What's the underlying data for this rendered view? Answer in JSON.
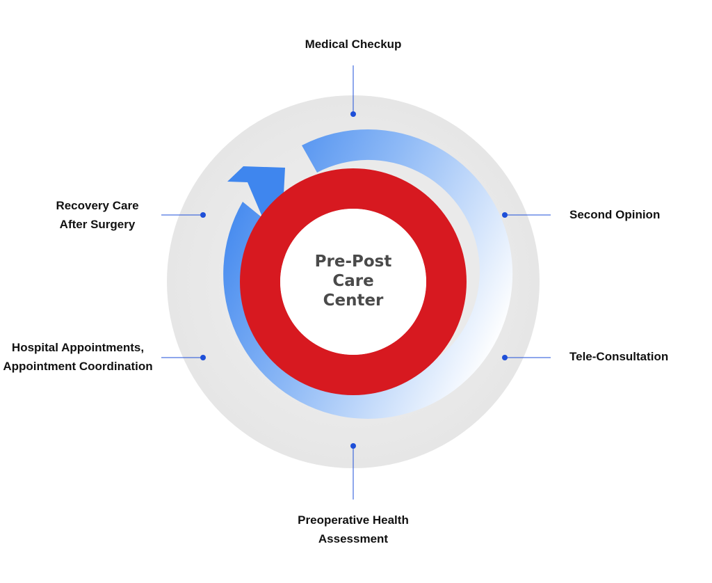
{
  "center": {
    "lines": [
      "Pre-Post",
      "Care",
      "Center"
    ]
  },
  "services": {
    "medical_checkup": {
      "lines": [
        "Medical Checkup"
      ]
    },
    "second_opinion": {
      "lines": [
        "Second Opinion"
      ]
    },
    "tele_consultation": {
      "lines": [
        "Tele-Consultation"
      ]
    },
    "preoperative_assessment": {
      "lines": [
        "Preoperative Health",
        "Assessment"
      ]
    },
    "hospital_appointments": {
      "lines": [
        "Hospital Appointments,",
        "Appointment Coordination"
      ]
    },
    "recovery_care": {
      "lines": [
        "Recovery Care",
        "After Surgery"
      ]
    }
  },
  "colors": {
    "outer_disc": "#e9e9e9",
    "red_ring": "#d71920",
    "blue_arrow_start": "#3f86ee",
    "blue_arrow_end": "#ffffff",
    "connector": "#1e4fd8",
    "text": "#111111",
    "center_text": "#4a4a4a"
  }
}
